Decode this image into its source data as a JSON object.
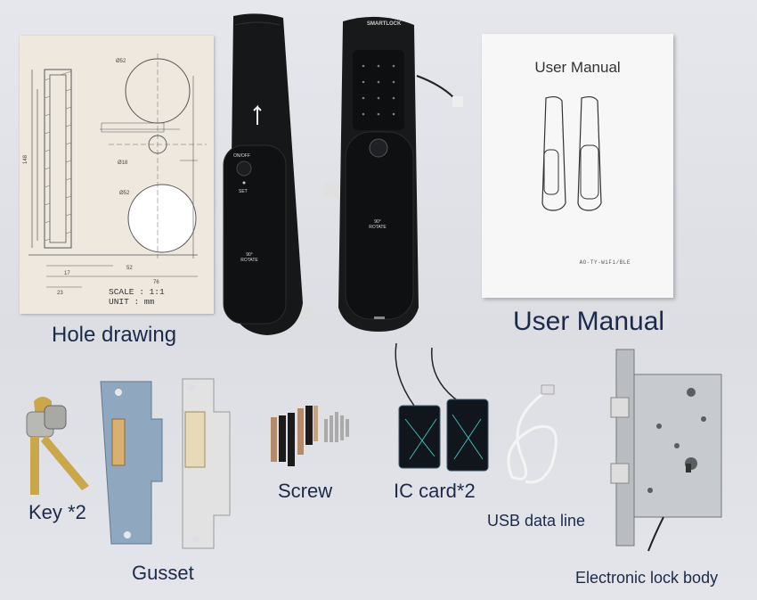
{
  "labels": {
    "hole_drawing": "Hole drawing",
    "user_manual": "User Manual",
    "key": "Key *2",
    "gusset": "Gusset",
    "screw": "Screw",
    "ic_card": "IC card*2",
    "usb": "USB data line",
    "lock_body": "Electronic lock body"
  },
  "drawing": {
    "scale": "SCALE : 1:1",
    "unit": "UNIT : mm"
  },
  "manual": {
    "title": "User Manual",
    "code": "AO-TY-WiFi/BLE"
  },
  "lock": {
    "brand": "SMARTLOCK",
    "on_off": "ON/OFF",
    "set": "SET",
    "rotate": "90° ROTATE"
  }
}
